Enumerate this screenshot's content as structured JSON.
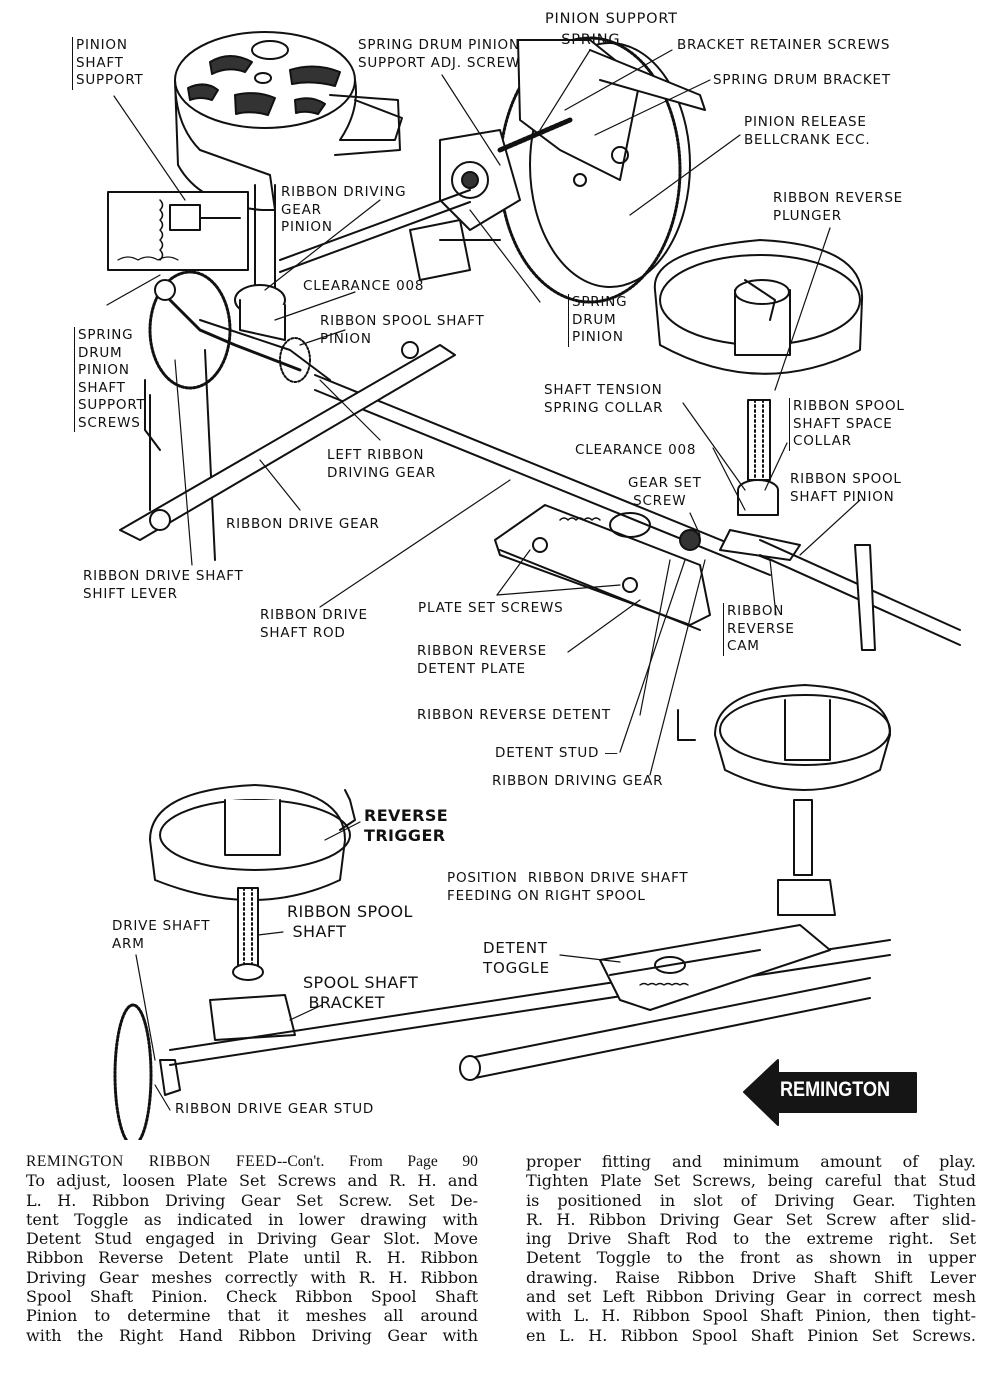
{
  "document": {
    "type": "typewriter service manual page",
    "brand_banner": "REMINGTON",
    "upper_drawing_labels": {
      "pinion_shaft_support": "PINION\nSHAFT\nSUPPORT",
      "spring_drum_pinion_support_adj_screw": "SPRING DRUM PINION\nSUPPORT ADJ. SCREW",
      "pinion_support_spring": "PINION SUPPORT\n   SPRING",
      "bracket_retainer_screws": "BRACKET RETAINER SCREWS",
      "spring_drum_bracket": "SPRING DRUM BRACKET",
      "pinion_release_bellcrank_ecc": "PINION RELEASE\nBELLCRANK ECC.",
      "ribbon_reverse_plunger": "RIBBON REVERSE\nPLUNGER",
      "ribbon_driving_gear_pinion": "RIBBON DRIVING\nGEAR\nPINION",
      "clearance_008_left": "CLEARANCE 008",
      "ribbon_spool_shaft_pinion_left": "RIBBON SPOOL SHAFT\nPINION",
      "spring_drum_pinion_shaft_support_screws": "SPRING\nDRUM\nPINION\nSHAFT\nSUPPORT\nSCREWS",
      "spring_drum_pinion": "SPRING\nDRUM\nPINION",
      "shaft_tension_spring_collar": "SHAFT TENSION\nSPRING COLLAR",
      "ribbon_spool_shaft_space_collar": "RIBBON SPOOL\nSHAFT SPACE\nCOLLAR",
      "clearance_008_right": "CLEARANCE 008",
      "left_ribbon_driving_gear": "LEFT RIBBON\nDRIVING GEAR",
      "gear_set_screw": "GEAR SET\n SCREW",
      "ribbon_spool_shaft_pinion_right": "RIBBON SPOOL\nSHAFT PINION",
      "ribbon_drive_gear": "RIBBON DRIVE GEAR",
      "ribbon_drive_shaft_shift_lever": "RIBBON DRIVE SHAFT\nSHIFT LEVER",
      "ribbon_drive_shaft_rod": "RIBBON DRIVE\nSHAFT ROD",
      "plate_set_screws": "PLATE SET SCREWS",
      "ribbon_reverse_cam": "RIBBON\nREVERSE\nCAM",
      "ribbon_reverse_detent_plate": "RIBBON REVERSE\nDETENT PLATE",
      "ribbon_reverse_detent": "RIBBON REVERSE DETENT",
      "detent_stud": "DETENT STUD —",
      "ribbon_driving_gear": "RIBBON DRIVING GEAR"
    },
    "lower_drawing_labels": {
      "reverse_trigger": "REVERSE\nTRIGGER",
      "position_note": "POSITION  RIBBON DRIVE SHAFT\nFEEDING ON RIGHT SPOOL",
      "ribbon_spool_shaft": "RIBBON SPOOL\n SHAFT",
      "drive_shaft_arm": "DRIVE SHAFT\nARM",
      "detent_toggle": "DETENT\nTOGGLE",
      "spool_shaft_bracket": "SPOOL SHAFT\n BRACKET",
      "ribbon_drive_gear_stud": "RIBBON DRIVE GEAR STUD"
    },
    "body_text": {
      "heading_bold": "REMINGTON  RIBBON  FEED",
      "heading_rest": "--Con't.  From  Page  90",
      "left_column": [
        "To adjust, loosen Plate Set Screws and R. H. and",
        "L. H. Ribbon Driving Gear Set Screw.  Set De-",
        "tent Toggle as indicated in lower drawing with",
        "Detent Stud engaged in Driving Gear Slot.  Move",
        "Ribbon Reverse Detent Plate until R. H. Ribbon",
        "Driving Gear meshes correctly with R. H. Ribbon",
        "Spool Shaft Pinion.  Check Ribbon Spool Shaft",
        "Pinion to determine that it meshes all around",
        "with the Right Hand Ribbon Driving Gear with"
      ],
      "right_column": [
        "proper fitting and minimum amount of play.",
        "Tighten Plate Set Screws, being careful that Stud",
        "is positioned in slot of Driving Gear.  Tighten",
        "R. H. Ribbon Driving Gear Set Screw after slid-",
        "ing Drive Shaft Rod to the extreme right.  Set",
        "Detent Toggle to the front as shown in upper",
        "drawing.  Raise Ribbon Drive Shaft Shift Lever",
        "and set Left Ribbon Driving Gear in correct mesh",
        "with L. H. Ribbon Spool Shaft Pinion, then tight-",
        "en L. H. Ribbon Spool Shaft Pinion Set Screws."
      ]
    }
  }
}
